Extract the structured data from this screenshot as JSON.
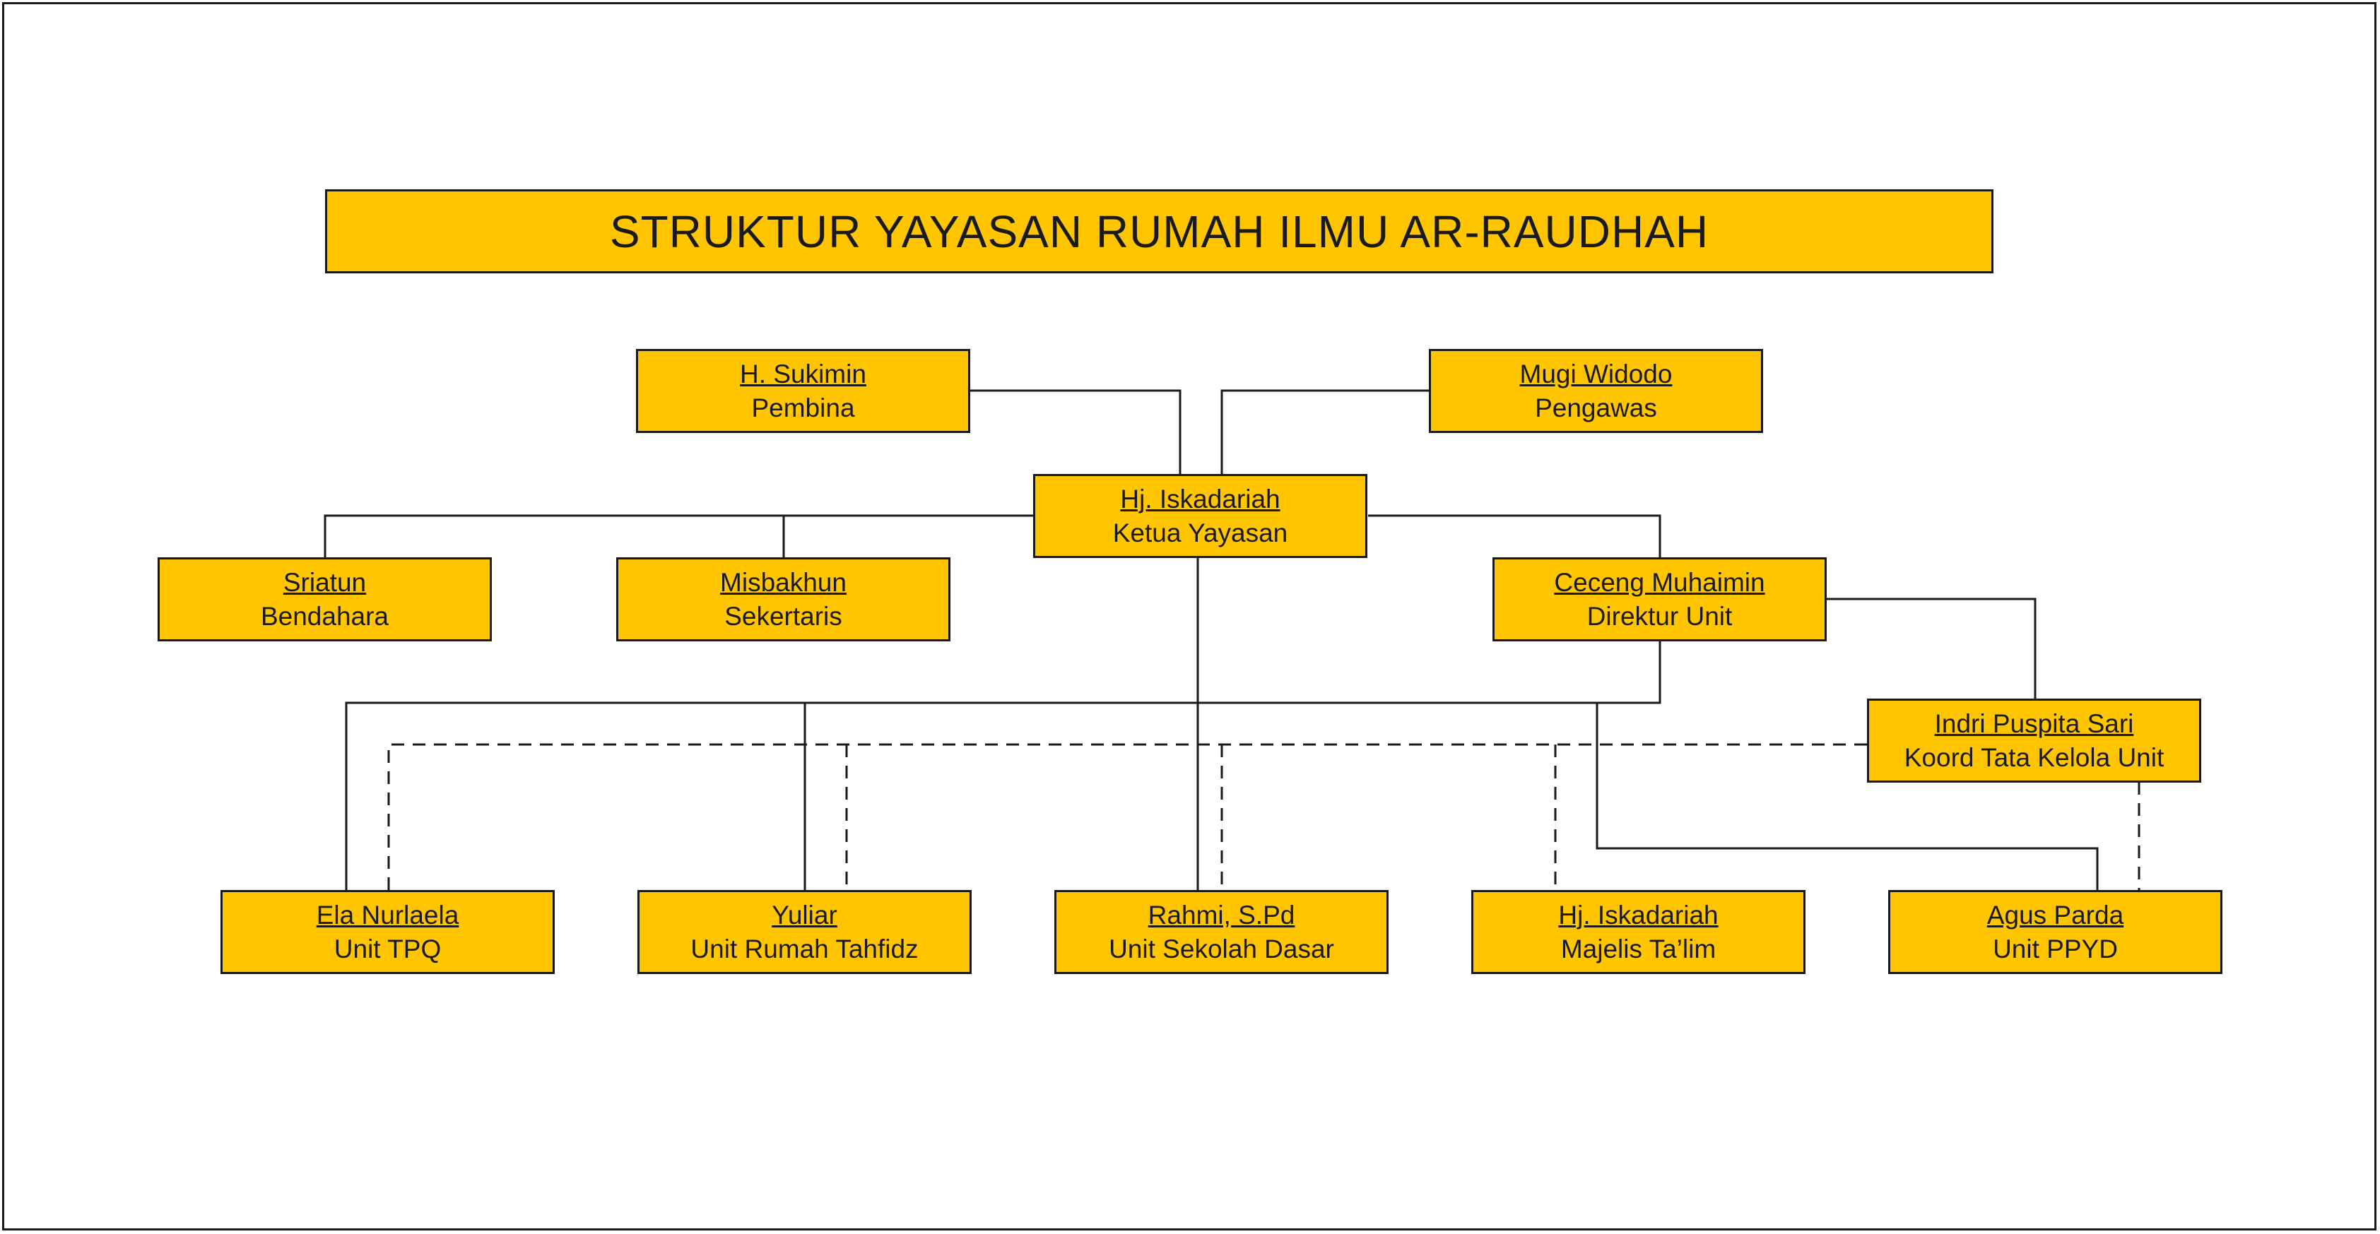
{
  "colors": {
    "box_fill": "#ffc600",
    "line": "#1a1a1a",
    "background": "#ffffff"
  },
  "title": "STRUKTUR YAYASAN RUMAH ILMU AR-RAUDHAH",
  "nodes": {
    "pembina": {
      "name": "H. Sukimin",
      "role": "Pembina"
    },
    "pengawas": {
      "name": "Mugi Widodo",
      "role": "Pengawas"
    },
    "ketua": {
      "name": "Hj. Iskadariah",
      "role": "Ketua Yayasan"
    },
    "bendahara": {
      "name": "Sriatun",
      "role": "Bendahara"
    },
    "sekertaris": {
      "name": "Misbakhun",
      "role": "Sekertaris"
    },
    "direktur": {
      "name": "Ceceng Muhaimin",
      "role": "Direktur Unit"
    },
    "koord": {
      "name": "Indri Puspita Sari",
      "role": "Koord Tata Kelola Unit"
    },
    "tpq": {
      "name": "Ela Nurlaela",
      "role": "Unit TPQ"
    },
    "tahfidz": {
      "name": "Yuliar",
      "role": "Unit Rumah Tahfidz"
    },
    "sd": {
      "name": "Rahmi, S.Pd",
      "role": "Unit Sekolah Dasar"
    },
    "majelis": {
      "name": "Hj. Iskadariah",
      "role": "Majelis Ta’lim"
    },
    "ppyd": {
      "name": "Agus Parda",
      "role": "Unit PPYD"
    }
  }
}
